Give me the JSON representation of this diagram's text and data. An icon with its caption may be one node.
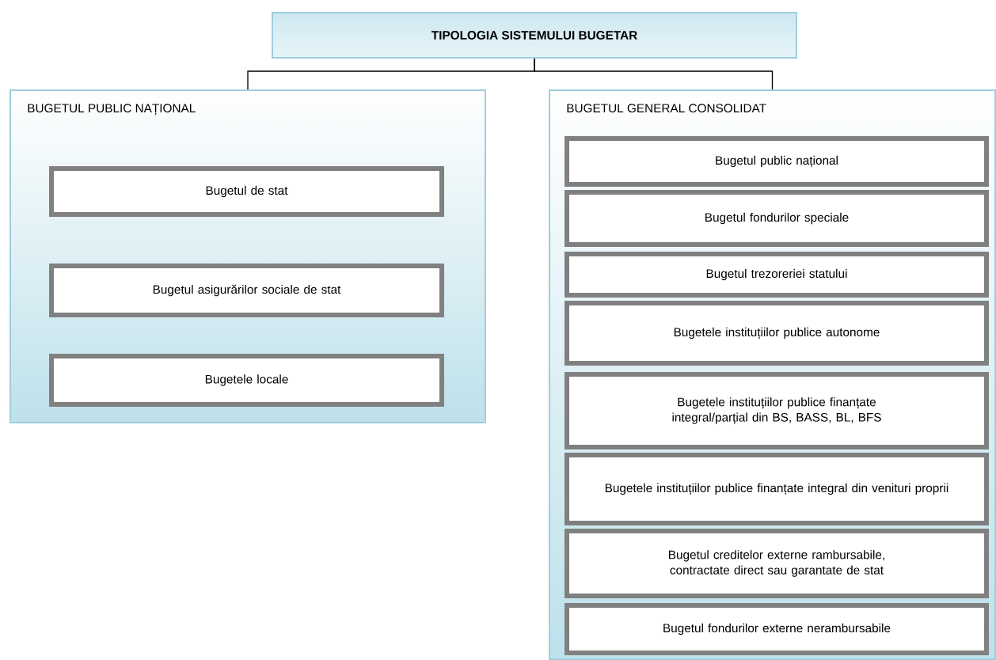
{
  "diagram": {
    "nodes": [
      {
        "text": [
          "TIPOLOGIA SISTEMULUI BUGETAR"
        ]
      },
      {
        "text": [
          "BUGETUL PUBLIC NAȚIONAL"
        ]
      },
      {
        "text": [
          "Bugetul de stat"
        ],
        "in": 1
      },
      {
        "text": [
          "Bugetul asigurărilor sociale de stat"
        ],
        "in": 1
      },
      {
        "text": [
          "Bugetele locale"
        ],
        "in": 1
      },
      {
        "text": [
          "BUGETUL GENERAL CONSOLIDAT"
        ]
      },
      {
        "text": [
          "Bugetul public național"
        ],
        "in": 5
      },
      {
        "text": [
          "Bugetul fondurilor speciale"
        ],
        "in": 5
      },
      {
        "text": [
          "Bugetul trezoreriei statului"
        ],
        "in": 5
      },
      {
        "text": [
          "Bugetele instituțiilor publice autonome"
        ],
        "in": 5
      },
      {
        "text": [
          "Bugetele instituțiilor publice finanțate integral/parțial din BS, BASS, BL, BFS"
        ],
        "in": 5
      },
      {
        "text": [
          "Bugetele instituțiilor publice finanțate integral din venituri proprii"
        ],
        "in": 5
      },
      {
        "text": [
          "Bugetul creditelor externe rambursabile, contractate direct sau garantate de stat"
        ],
        "in": 5
      },
      {
        "text": [
          "Bugetul fondurilor externe nerambursabile"
        ],
        "in": 5
      }
    ],
    "edges": [
      {
        "from": 0,
        "to": 1,
        "arrow": "none"
      },
      {
        "from": 0,
        "to": 5,
        "arrow": "none"
      }
    ]
  }
}
